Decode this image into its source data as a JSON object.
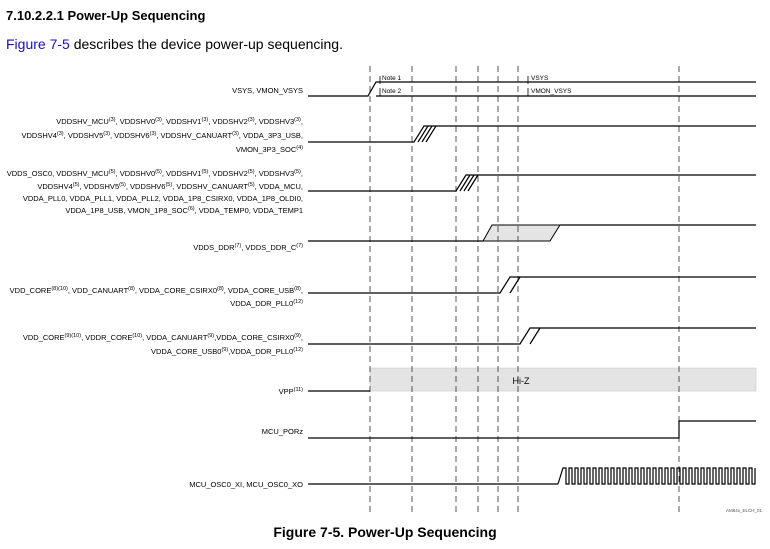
{
  "section": {
    "number": "7.10.2.2.1",
    "title": "Power-Up Sequencing"
  },
  "intro": {
    "link_text": "Figure 7-5",
    "text": " describes the device power-up sequencing."
  },
  "signals": {
    "vsys": {
      "parts": [
        {
          "t": "VSYS, VMON_VSYS"
        }
      ]
    },
    "g1": [
      {
        "parts": [
          {
            "t": "VDDSHV_MCU"
          },
          {
            "s": "(3)"
          },
          {
            "t": ", VDDSHV0"
          },
          {
            "s": "(3)"
          },
          {
            "t": ", VDDSHV1"
          },
          {
            "s": "(3)"
          },
          {
            "t": ", VDDSHV2"
          },
          {
            "s": "(3)"
          },
          {
            "t": ", VDDSHV3"
          },
          {
            "s": "(3)"
          },
          {
            "t": ","
          }
        ]
      },
      {
        "parts": [
          {
            "t": "VDDSHV4"
          },
          {
            "s": "(3)"
          },
          {
            "t": ", VDDSHV5"
          },
          {
            "s": "(3)"
          },
          {
            "t": ", VDDSHV6"
          },
          {
            "s": "(3)"
          },
          {
            "t": ", VDDSHV_CANUART"
          },
          {
            "s": "(3)"
          },
          {
            "t": ", VDDA_3P3_USB,"
          }
        ]
      },
      {
        "parts": [
          {
            "t": "VMON_3P3_SOC"
          },
          {
            "s": "(4)"
          }
        ]
      }
    ],
    "g2": [
      {
        "parts": [
          {
            "t": "VDDS_OSC0, VDDSHV_MCU"
          },
          {
            "s": "(5)"
          },
          {
            "t": ", VDDSHV0"
          },
          {
            "s": "(5)"
          },
          {
            "t": ", VDDSHV1"
          },
          {
            "s": "(5)"
          },
          {
            "t": ", VDDSHV2"
          },
          {
            "s": "(5)"
          },
          {
            "t": ", VDDSHV3"
          },
          {
            "s": "(5)"
          },
          {
            "t": ","
          }
        ]
      },
      {
        "parts": [
          {
            "t": "VDDSHV4"
          },
          {
            "s": "(5)"
          },
          {
            "t": ", VDDSHV5"
          },
          {
            "s": "(5)"
          },
          {
            "t": ", VDDSHV6"
          },
          {
            "s": "(5)"
          },
          {
            "t": ", VDDSHV_CANUART"
          },
          {
            "s": "(5)"
          },
          {
            "t": ", VDDA_MCU,"
          }
        ]
      },
      {
        "parts": [
          {
            "t": "VDDA_PLL0, VDDA_PLL1, VDDA_PLL2, VDDA_1P8_CSIRX0, VDDA_1P8_OLDI0,"
          }
        ]
      },
      {
        "parts": [
          {
            "t": "VDDA_1P8_USB, VMON_1P8_SOC"
          },
          {
            "s": "(6)"
          },
          {
            "t": ", VDDA_TEMP0, VDDA_TEMP1"
          }
        ]
      }
    ],
    "ddr": [
      {
        "parts": [
          {
            "t": "VDDS_DDR"
          },
          {
            "s": "(7)"
          },
          {
            "t": ", VDDS_DDR_C"
          },
          {
            "s": "(7)"
          }
        ]
      }
    ],
    "core1": [
      {
        "parts": [
          {
            "t": "VDD_CORE"
          },
          {
            "s": "(8)(10)"
          },
          {
            "t": ", VDD_CANUART"
          },
          {
            "s": "(8)"
          },
          {
            "t": ", VDDA_CORE_CSIRX0"
          },
          {
            "s": "(8)"
          },
          {
            "t": ", VDDA_CORE_USB"
          },
          {
            "s": "(8)"
          },
          {
            "t": ","
          }
        ]
      },
      {
        "parts": [
          {
            "t": "VDDA_DDR_PLL0"
          },
          {
            "s": "(12)"
          }
        ]
      }
    ],
    "core2": [
      {
        "parts": [
          {
            "t": "VDD_CORE"
          },
          {
            "s": "(9)(10)"
          },
          {
            "t": ", VDDR_CORE"
          },
          {
            "s": "(10)"
          },
          {
            "t": ", VDDA_CANUART"
          },
          {
            "s": "(9)"
          },
          {
            "t": ",VDDA_CORE_CSIRX0"
          },
          {
            "s": "(9)"
          },
          {
            "t": ","
          }
        ]
      },
      {
        "parts": [
          {
            "t": "VDDA_CORE_USB0"
          },
          {
            "s": "(9)"
          },
          {
            "t": ",VDDA_DDR_PLL0"
          },
          {
            "s": "(12)"
          }
        ]
      }
    ],
    "vpp": [
      {
        "parts": [
          {
            "t": "VPP"
          },
          {
            "s": "(11)"
          }
        ]
      }
    ],
    "porz": [
      {
        "parts": [
          {
            "t": "MCU_PORz"
          }
        ]
      }
    ],
    "osc": [
      {
        "parts": [
          {
            "t": "MCU_OSC0_XI, MCU_OSC0_XO"
          }
        ]
      }
    ]
  },
  "annotations": {
    "note1": "Note 1",
    "note2": "Note 2",
    "vsys_label": "VSYS",
    "vmon_label": "VMON_VSYS",
    "hiz": "Hi-Z",
    "drawing_id": "AM64x_ELCH_01"
  },
  "caption": "Figure 7-5. Power-Up Sequencing",
  "colors": {
    "link": "#1a0dcc",
    "shade": "#e4e4e4"
  }
}
